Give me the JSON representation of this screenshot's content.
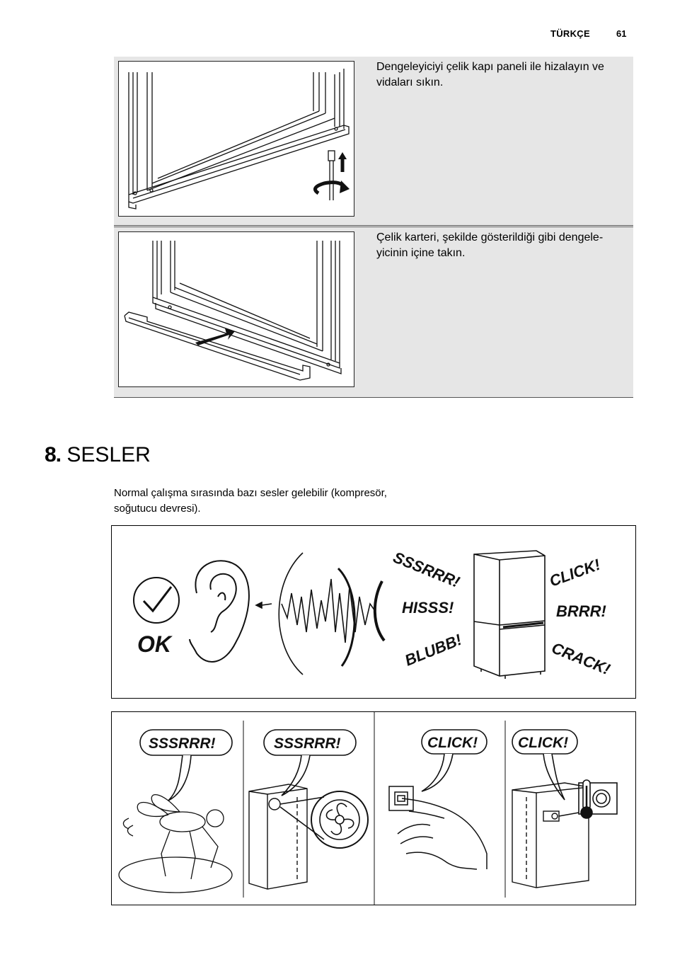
{
  "header": {
    "language": "TÜRKÇE",
    "page_number": "61"
  },
  "steps": [
    {
      "text": "Dengeleyiciyi çelik kapı paneli ile hizalayın ve vidaları sıkın."
    },
    {
      "text": "Çelik karteri, şekilde gösterildiği gibi dengele-yicinin içine takın."
    }
  ],
  "section": {
    "number": "8.",
    "title": "SESLER"
  },
  "intro": "Normal çalışma sırasında bazı sesler gelebilir (kompresör, soğutucu devresi).",
  "sounds_panel": {
    "ok_label": "OK",
    "sounds": [
      "SSSRRR!",
      "HISSS!",
      "BLUBB!",
      "CLICK!",
      "BRRR!",
      "CRACK!"
    ]
  },
  "examples_panel": {
    "bubbles": [
      "SSSRRR!",
      "SSSRRR!",
      "CLICK!",
      "CLICK!"
    ]
  },
  "icons": [
    "check-icon",
    "ear-icon",
    "sound-wave-icon",
    "fridge-icon",
    "fly-icon",
    "fan-icon",
    "wall-switch-icon",
    "hand-icon",
    "thermostat-icon",
    "arrow-up-icon",
    "rotate-arrow-icon",
    "push-arrow-icon"
  ]
}
